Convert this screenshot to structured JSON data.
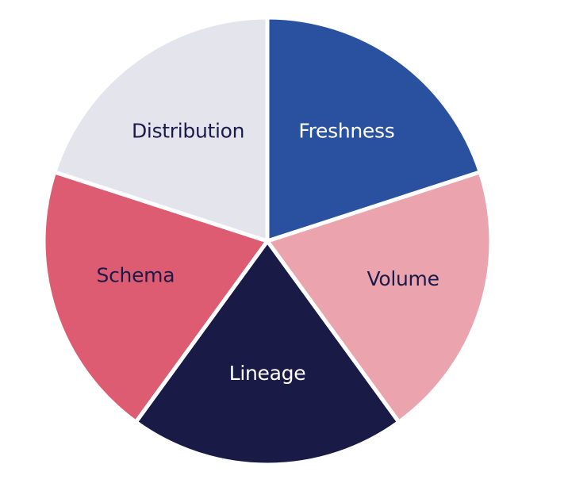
{
  "diagram": {
    "segments": [
      {
        "id": "freshness",
        "label": "Freshness",
        "fill": "#2A51A0",
        "text_color": "#FFFFFF"
      },
      {
        "id": "volume",
        "label": "Volume",
        "fill": "#EBA3AD",
        "text_color": "#1B1B4A"
      },
      {
        "id": "lineage",
        "label": "Lineage",
        "fill": "#191A45",
        "text_color": "#FFFFFF"
      },
      {
        "id": "schema",
        "label": "Schema",
        "fill": "#DE5C72",
        "text_color": "#1B1B4A"
      },
      {
        "id": "distribution",
        "label": "Distribution",
        "fill": "#E4E5EC",
        "text_color": "#1B1B4A"
      }
    ],
    "divider_color": "#FFFFFF",
    "outline_color": "#F2F2F5"
  }
}
